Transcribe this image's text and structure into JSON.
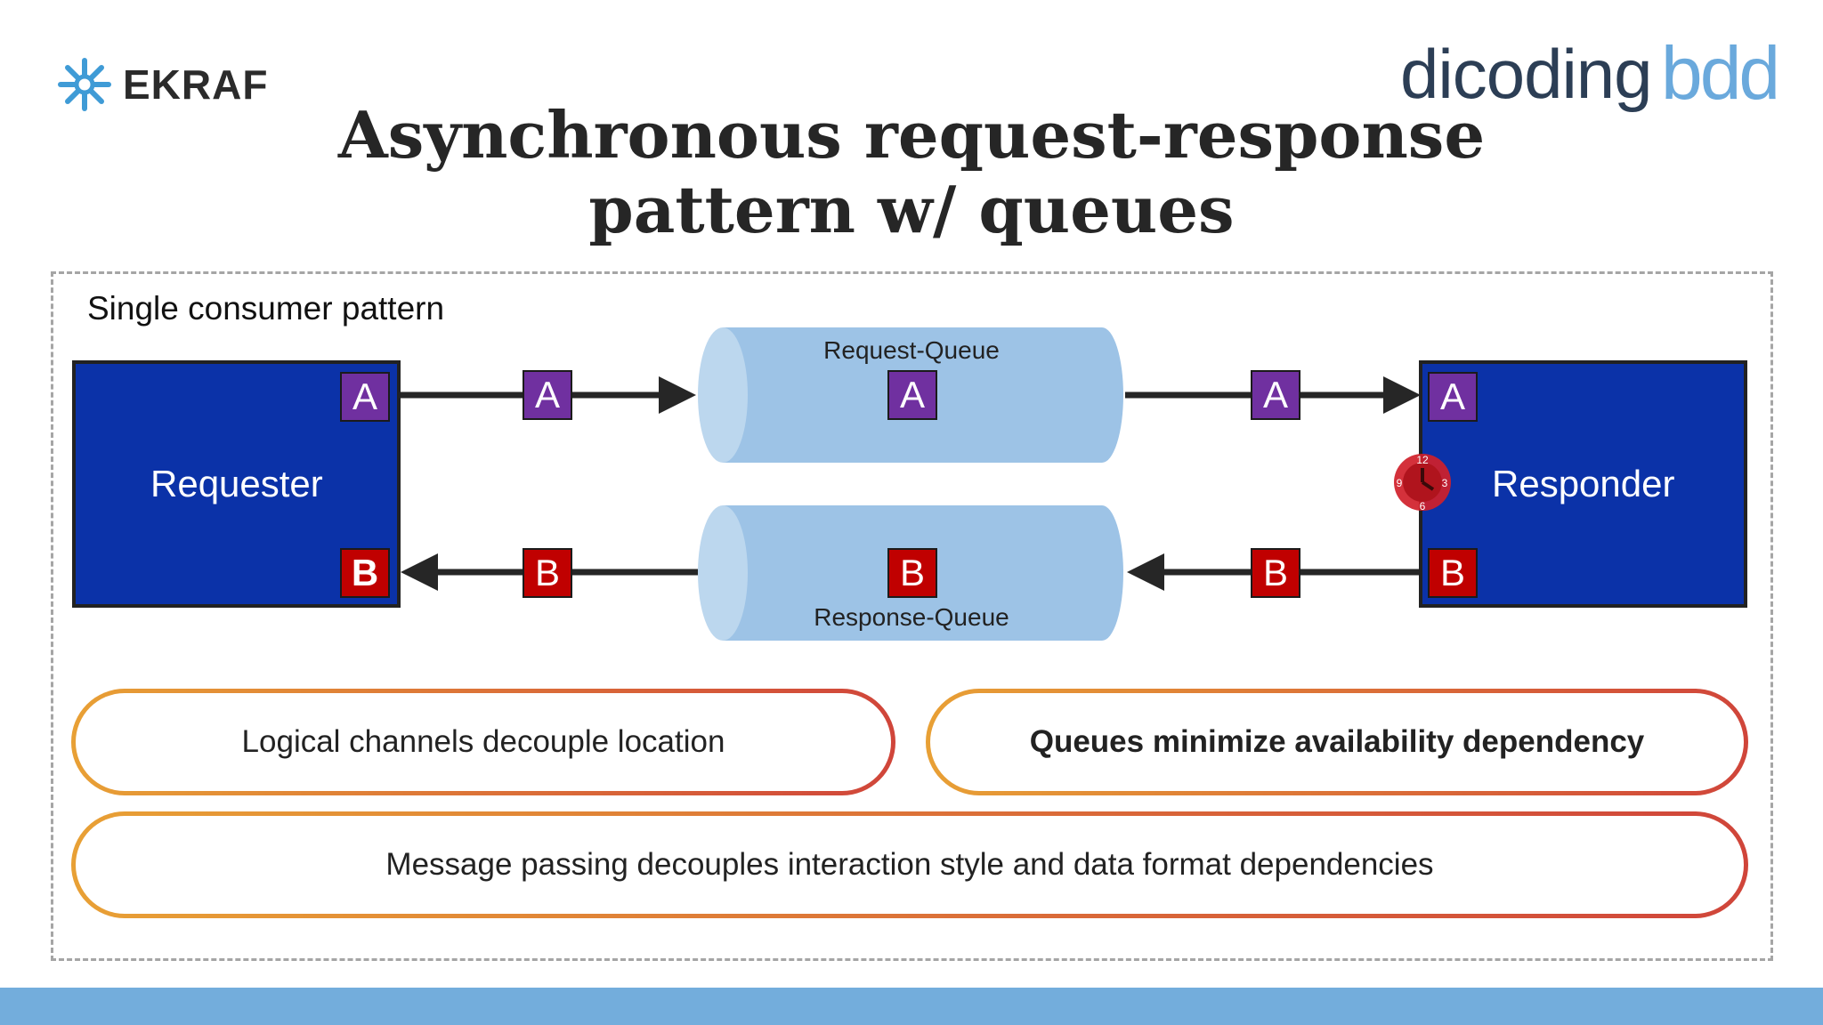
{
  "logos": {
    "ekraf": "EKRAF",
    "dicoding": "dicoding",
    "bdd": "bdd"
  },
  "title": {
    "line1": "Asynchronous request-response",
    "line2": "pattern w/ queues"
  },
  "frame_label": "Single consumer pattern",
  "requester": {
    "label": "Requester",
    "badge_a": "A",
    "badge_b": "B"
  },
  "responder": {
    "label": "Responder",
    "badge_a": "A",
    "badge_b": "B"
  },
  "request_queue": {
    "label": "Request-Queue",
    "badge": "A"
  },
  "response_queue": {
    "label": "Response-Queue",
    "badge": "B"
  },
  "messages": {
    "a_left": "A",
    "a_right": "A",
    "b_left": "B",
    "b_right": "B"
  },
  "clock": {
    "n12": "12",
    "n3": "3",
    "n6": "6",
    "n9": "9"
  },
  "pills": {
    "p1": "Logical channels decouple location",
    "p2": "Queues minimize availability dependency",
    "p3": "Message passing decouples interaction style and data format dependencies"
  },
  "colors": {
    "node": "#0b32a8",
    "badge_a": "#7030a0",
    "badge_b": "#c00000",
    "queue": "#9dc3e6",
    "footer": "#73addc"
  }
}
